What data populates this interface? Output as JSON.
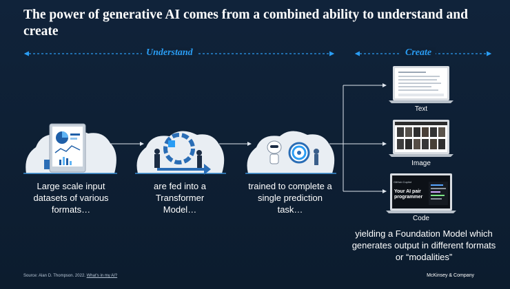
{
  "title": "The power of generative AI comes from a combined ability to understand and create",
  "sections": {
    "understand": "Understand",
    "create": "Create"
  },
  "steps": [
    {
      "text": "Large scale input datasets of various formats…"
    },
    {
      "text": "are fed into a Transformer Model…"
    },
    {
      "text": "trained to complete a single prediction task…"
    }
  ],
  "outputs": [
    {
      "label": "Text"
    },
    {
      "label": "Image"
    },
    {
      "label": "Code"
    }
  ],
  "code_screen": {
    "brand_line": "GitHub Copilot",
    "headline_1": "Your AI pair",
    "headline_2": "programmer"
  },
  "foundation_text": "yielding a Foundation Model which generates output in different formats or “modalities”",
  "source": {
    "prefix": "Source: Alan D. Thompson. 2022. ",
    "link": "What's in my AI?"
  },
  "brand": "McKinsey & Company",
  "colors": {
    "background": "#0e1f33",
    "accent": "#2a9df4",
    "cloud": "#e9eef3",
    "laptop": "#d9dde2"
  }
}
